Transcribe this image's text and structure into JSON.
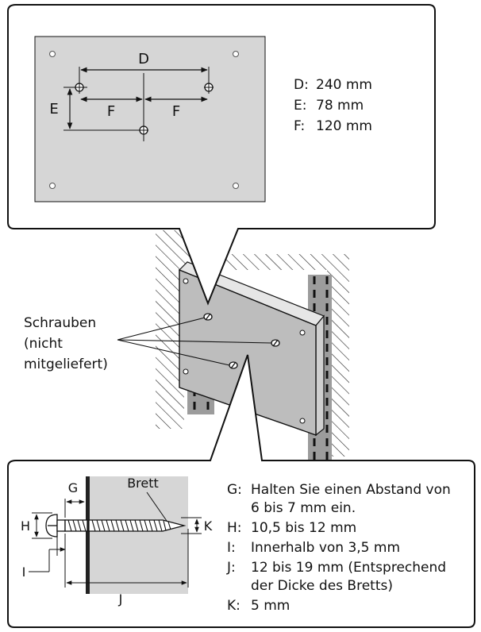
{
  "top_panel": {
    "labels": {
      "D": "D",
      "E": "E",
      "F_left": "F",
      "F_right": "F"
    },
    "specs": [
      {
        "key": "D:",
        "value": "240 mm"
      },
      {
        "key": "E:",
        "value": "78 mm"
      },
      {
        "key": "F:",
        "value": "120 mm"
      }
    ]
  },
  "middle": {
    "screws_label": [
      "Schrauben",
      "(nicht",
      "mitgeliefert)"
    ]
  },
  "bottom_panel": {
    "board_label": "Brett",
    "labels": {
      "G": "G",
      "H": "H",
      "I": "I",
      "J": "J",
      "K": "K"
    },
    "specs": [
      {
        "key": "G:",
        "lines": [
          "Halten Sie einen Abstand von",
          "6 bis 7 mm ein."
        ]
      },
      {
        "key": "H:",
        "lines": [
          "10,5 bis 12 mm"
        ]
      },
      {
        "key": "I:",
        "lines": [
          "Innerhalb von 3,5 mm"
        ]
      },
      {
        "key": "J:",
        "lines": [
          "12 bis 19 mm (Entsprechend",
          "der Dicke des Bretts)"
        ]
      },
      {
        "key": "K:",
        "lines": [
          "5 mm"
        ]
      }
    ]
  }
}
